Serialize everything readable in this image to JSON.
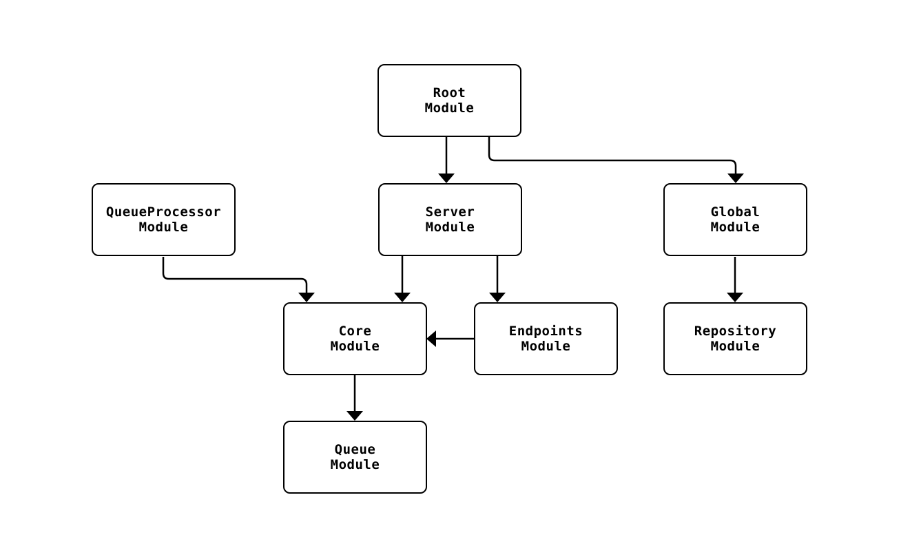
{
  "diagram": {
    "type": "flowchart",
    "direction": "top-down",
    "background": "#ffffff",
    "colors": {
      "node_fill": "#ffffff",
      "node_border": "#000000",
      "edge": "#000000",
      "text": "#000000"
    },
    "nodes": {
      "root": {
        "label": "Root\nModule"
      },
      "queueProcessor": {
        "label": "QueueProcessor\nModule"
      },
      "server": {
        "label": "Server\nModule"
      },
      "global": {
        "label": "Global\nModule"
      },
      "core": {
        "label": "Core\nModule"
      },
      "endpoints": {
        "label": "Endpoints\nModule"
      },
      "repository": {
        "label": "Repository\nModule"
      },
      "queue": {
        "label": "Queue\nModule"
      }
    },
    "edges": [
      {
        "from": "root",
        "to": "server"
      },
      {
        "from": "root",
        "to": "global"
      },
      {
        "from": "queueProcessor",
        "to": "core"
      },
      {
        "from": "server",
        "to": "core"
      },
      {
        "from": "server",
        "to": "endpoints"
      },
      {
        "from": "endpoints",
        "to": "core"
      },
      {
        "from": "global",
        "to": "repository"
      },
      {
        "from": "core",
        "to": "queue"
      }
    ]
  }
}
